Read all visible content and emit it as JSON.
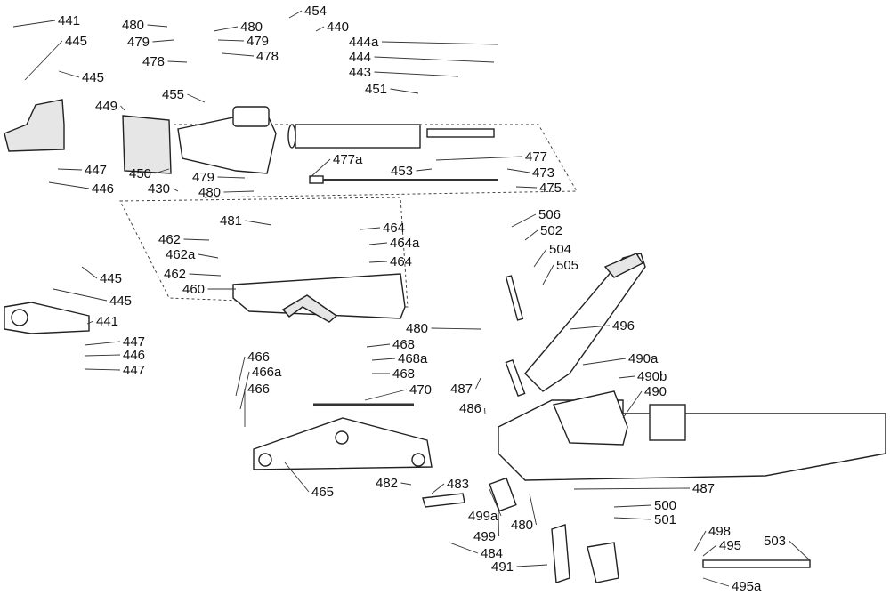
{
  "diagram": {
    "part_numbers": [
      "441",
      "445",
      "445",
      "480",
      "479",
      "478",
      "480",
      "479",
      "478",
      "454",
      "440",
      "444a",
      "444",
      "443",
      "451",
      "455",
      "449",
      "447",
      "446",
      "450",
      "430",
      "479",
      "480",
      "477a",
      "477",
      "453",
      "473",
      "475",
      "481",
      "464",
      "462",
      "464a",
      "462a",
      "464",
      "462",
      "460",
      "445",
      "445",
      "441",
      "447",
      "446",
      "447",
      "506",
      "502",
      "504",
      "505",
      "496",
      "480",
      "468",
      "468a",
      "468",
      "466",
      "466a",
      "466",
      "470",
      "487",
      "486",
      "490a",
      "490b",
      "490",
      "465",
      "482",
      "483",
      "499a",
      "499",
      "480",
      "487",
      "500",
      "501",
      "498",
      "495",
      "503",
      "484",
      "491",
      "495a"
    ]
  }
}
